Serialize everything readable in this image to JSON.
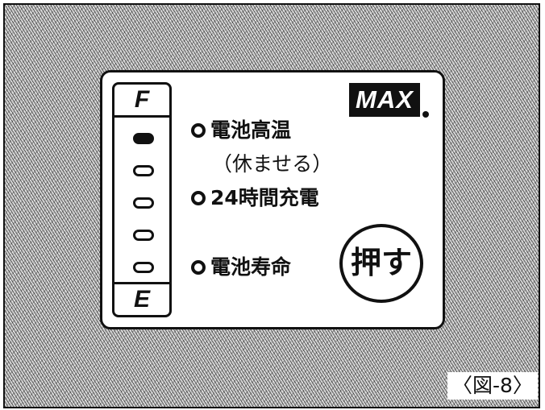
{
  "gauge": {
    "full_label": "F",
    "empty_label": "E",
    "segments_total": 5,
    "segments_lit": 1
  },
  "indicators": [
    {
      "label": "電池高温",
      "sub_label": "（休ませる）"
    },
    {
      "label": "24時間充電"
    },
    {
      "label": "電池寿命"
    }
  ],
  "brand": {
    "logo_text": "MAX"
  },
  "button": {
    "label": "押す"
  },
  "figure": {
    "caption": "〈図-8〉"
  }
}
